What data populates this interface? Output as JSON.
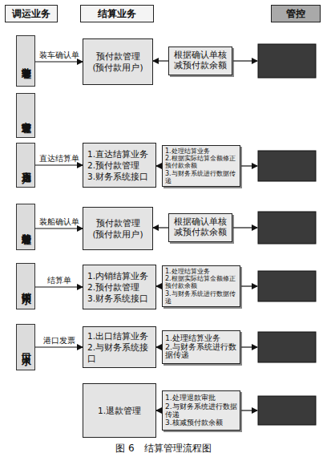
{
  "diagram": {
    "caption": "图 6　结算管理流程图",
    "nodes": [
      {
        "text": [
          "调运业务"
        ]
      },
      {
        "text": [
          "结算业务"
        ]
      },
      {
        "text": [
          "管控"
        ]
      },
      {
        "text": [
          "装车管理"
        ]
      },
      {
        "text": [
          "预付款管理",
          "(预付款用户)"
        ]
      },
      {
        "text": [
          "根据确认单核减预付款余额"
        ]
      },
      {
        "text": [
          "交重管理"
        ]
      },
      {
        "text": [
          "直达用户"
        ]
      },
      {
        "text": [
          "1.直达结算业务",
          "2.预付款管理",
          "3.财务系统接口"
        ]
      },
      {
        "text": [
          "1.处理结算业务",
          "2.根据实际结算金额修正预付款余额",
          "3.与财务系统进行数据传递"
        ]
      },
      {
        "text": [
          "装船管理"
        ]
      },
      {
        "text": [
          "预付款管理",
          "(预付款用户)"
        ]
      },
      {
        "text": [
          "根据确认单核减预付款余额"
        ]
      },
      {
        "text": [
          "内销下水"
        ]
      },
      {
        "text": [
          "1.内销结算业务",
          "2.预付款管理",
          "3.财务系统接口"
        ]
      },
      {
        "text": [
          "1.处理结算业务",
          "2.根据实际结算金额修正预付款余额",
          "3.与财务系统进行数据传递"
        ]
      },
      {
        "text": [
          "出口下水"
        ]
      },
      {
        "text": [
          "1.出口结算业务",
          "2.与财务系统接口"
        ]
      },
      {
        "text": [
          "1.处理结算业务",
          "2.与财务系统进行数据传递"
        ]
      },
      {
        "text": [
          "1.退款管理"
        ]
      },
      {
        "text": [
          "1.处理退款审批",
          "2.与财务系统进行数据传递",
          "3.核减预付款余额"
        ]
      }
    ],
    "edges": [
      {
        "from": 3,
        "to": 4,
        "label": "装车确认单",
        "arrow": "to"
      },
      {
        "from": 5,
        "to": 4,
        "arrow": "to"
      },
      {
        "from": 7,
        "to": 8,
        "label": "直达结算单",
        "arrow": "to"
      },
      {
        "from": 9,
        "to": 8,
        "arrow": "to"
      },
      {
        "from": 10,
        "to": 11,
        "label": "装船确认单",
        "arrow": "to"
      },
      {
        "from": 12,
        "to": 11,
        "arrow": "to"
      },
      {
        "from": 13,
        "to": 14,
        "label": "结算单",
        "arrow": "to"
      },
      {
        "from": 15,
        "to": 14,
        "arrow": "to"
      },
      {
        "from": 16,
        "to": 17,
        "label": "港口发票",
        "arrow": "to"
      },
      {
        "from": 18,
        "to": 17,
        "arrow": "to"
      },
      {
        "from": 20,
        "to": 19,
        "arrow": "to"
      }
    ]
  }
}
